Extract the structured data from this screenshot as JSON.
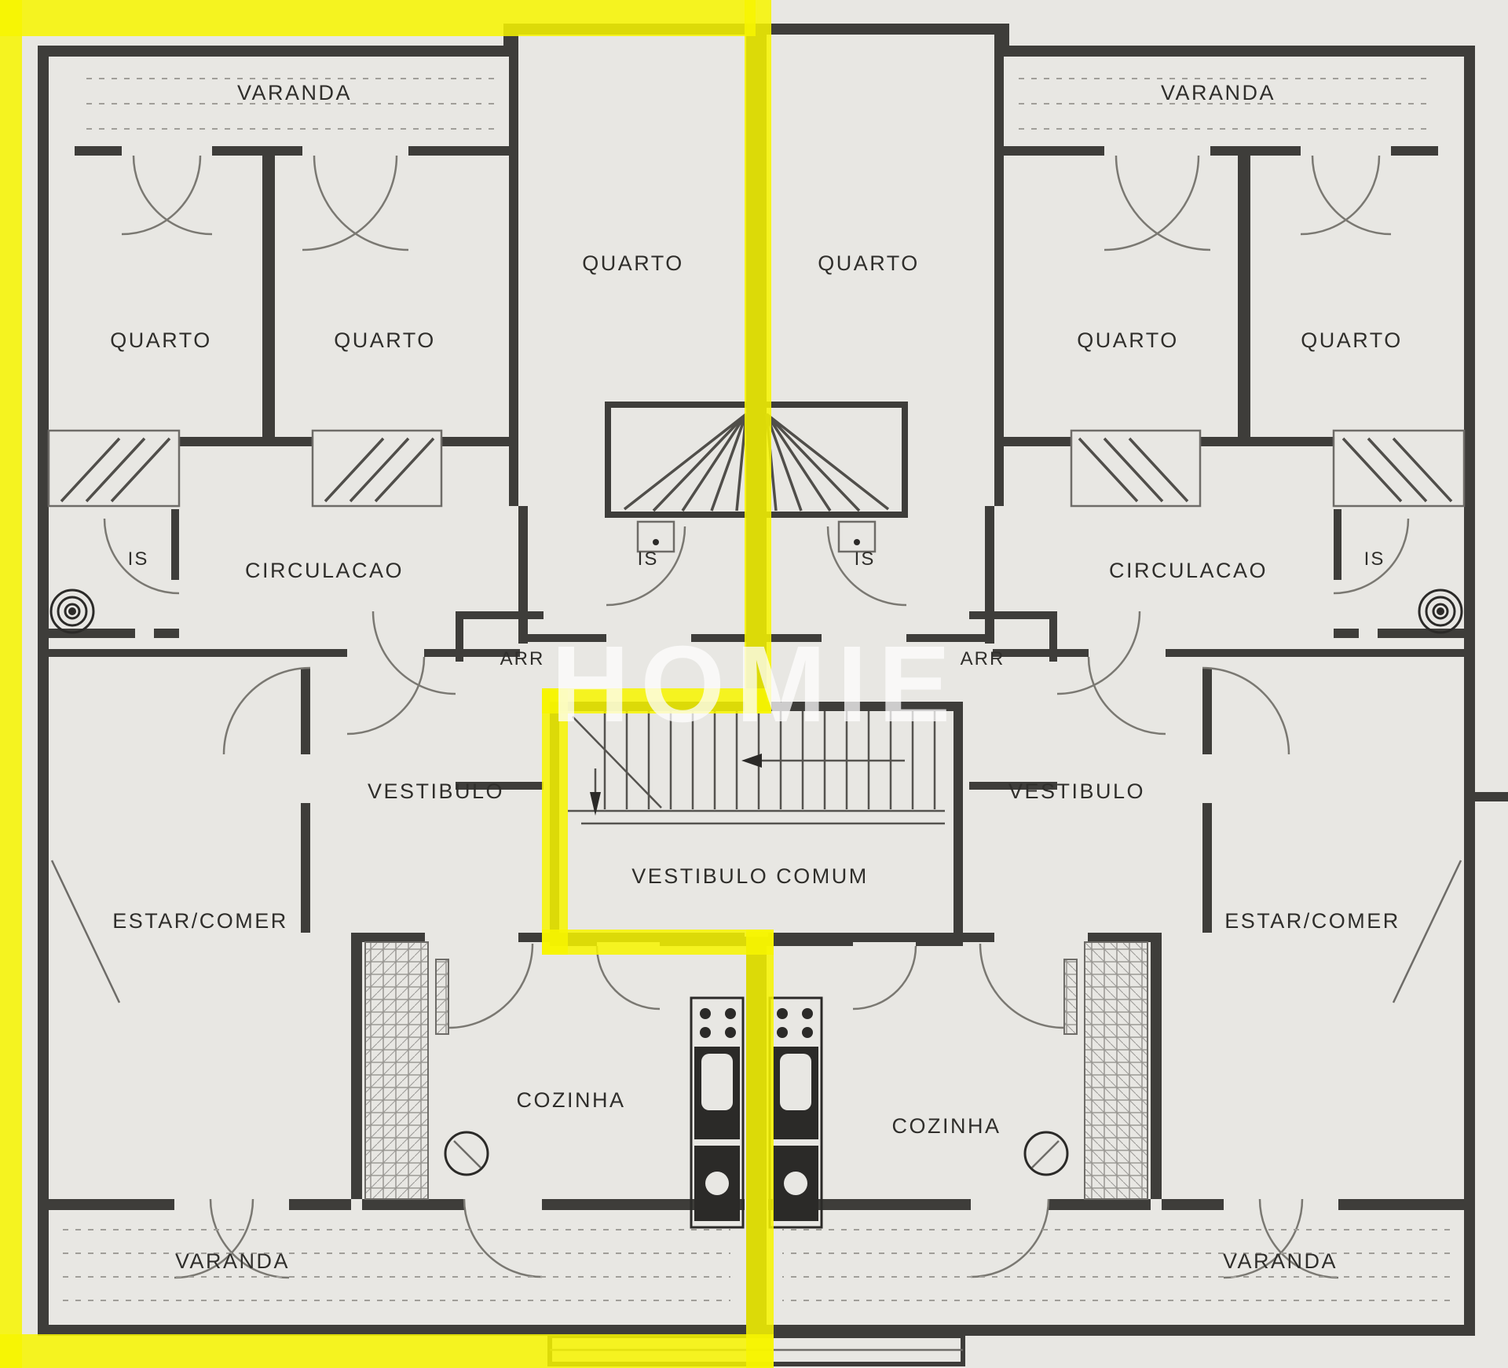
{
  "watermark": "HOMIE",
  "colors": {
    "highlight": "#f7f400",
    "paper": "#e8e7e3",
    "wall": "#3e3d3a",
    "label": "#2f2e2b"
  },
  "apartment_left": {
    "varanda_top": "VARANDA",
    "quarto_a": "QUARTO",
    "quarto_b": "QUARTO",
    "quarto_c": "QUARTO",
    "is_bath": "IS",
    "circulacao": "CIRCULACAO",
    "is_center": "IS",
    "arr": "ARR",
    "vestibulo": "VESTIBULO",
    "estar_comer": "ESTAR/COMER",
    "cozinha": "COZINHA",
    "varanda_bottom": "VARANDA"
  },
  "apartment_right": {
    "varanda_top": "VARANDA",
    "quarto_a": "QUARTO",
    "quarto_b": "QUARTO",
    "quarto_c": "QUARTO",
    "is_bath": "IS",
    "circulacao": "CIRCULACAO",
    "is_center": "IS",
    "arr": "ARR",
    "vestibulo": "VESTIBULO",
    "estar_comer": "ESTAR/COMER",
    "cozinha": "COZINHA",
    "varanda_bottom": "VARANDA"
  },
  "common": {
    "vestibulo_comum": "VESTIBULO COMUM"
  }
}
